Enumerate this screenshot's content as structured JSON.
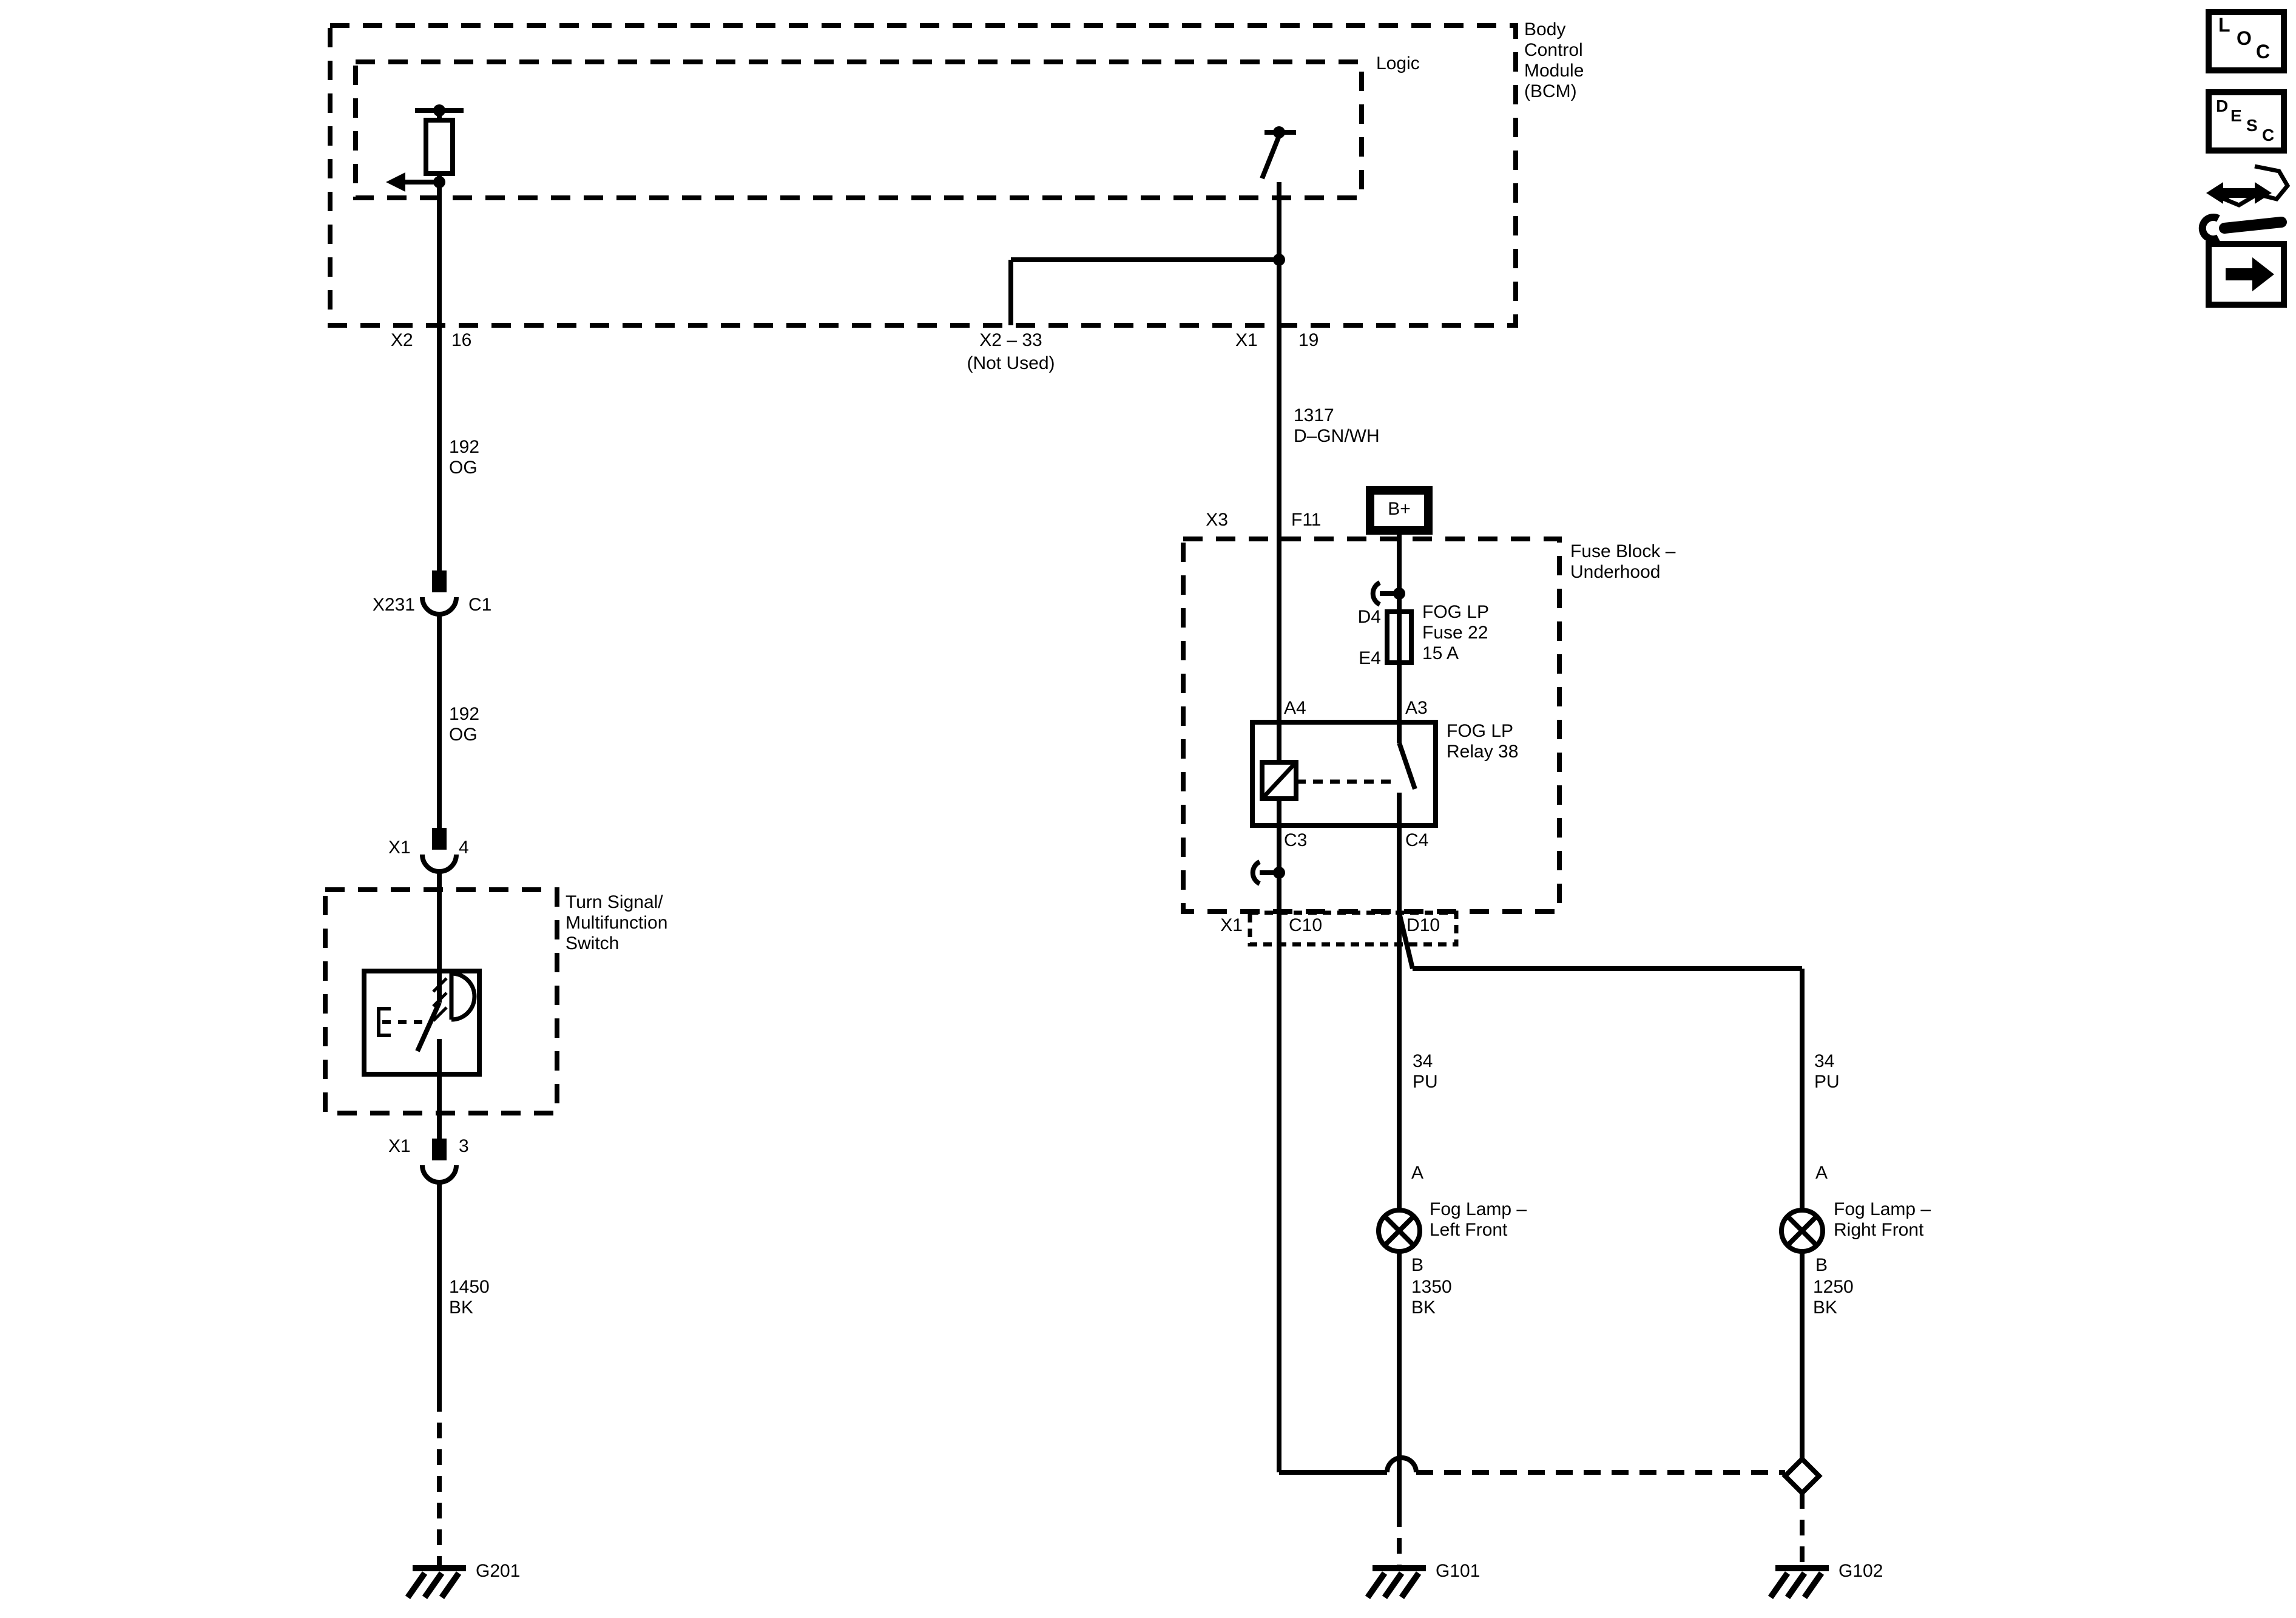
{
  "titles": {
    "bcm": "Body\nControl\nModule\n(BCM)",
    "logic": "Logic",
    "fuse_block": "Fuse Block –\nUnderhood",
    "turn_signal": "Turn Signal/\nMultifunction\nSwitch"
  },
  "power": {
    "b_plus": "B+"
  },
  "components": {
    "fuse": "FOG LP\nFuse 22\n15 A",
    "relay": "FOG LP\nRelay 38",
    "fog_lamp_left": "Fog Lamp –\nLeft Front",
    "fog_lamp_right": "Fog Lamp –\nRight Front"
  },
  "connectors": {
    "x2": "X2",
    "pin16": "16",
    "x2_33": "X2 – 33",
    "x2_33_note": "(Not Used)",
    "x1": "X1",
    "pin19": "19",
    "x231": "X231",
    "c1": "C1",
    "pin4": "4",
    "pin3": "3",
    "x3": "X3",
    "f11": "F11",
    "d4": "D4",
    "e4": "E4",
    "a4": "A4",
    "a3": "A3",
    "c3": "C3",
    "c4": "C4",
    "c10": "C10",
    "d10": "D10",
    "lamp_a": "A",
    "lamp_b": "B"
  },
  "wires": {
    "w192": "192\nOG",
    "w1317": "1317\nD–GN/WH",
    "w1450": "1450\nBK",
    "w34": "34\nPU",
    "w1350": "1350\nBK",
    "w1250": "1250\nBK"
  },
  "grounds": {
    "g201": "G201",
    "g101": "G101",
    "g102": "G102"
  },
  "nav": {
    "loc": [
      "L",
      "O",
      "C"
    ],
    "desc": [
      "D",
      "E",
      "S",
      "C"
    ]
  },
  "colors": {
    "line": "#000000",
    "background": "#ffffff"
  }
}
